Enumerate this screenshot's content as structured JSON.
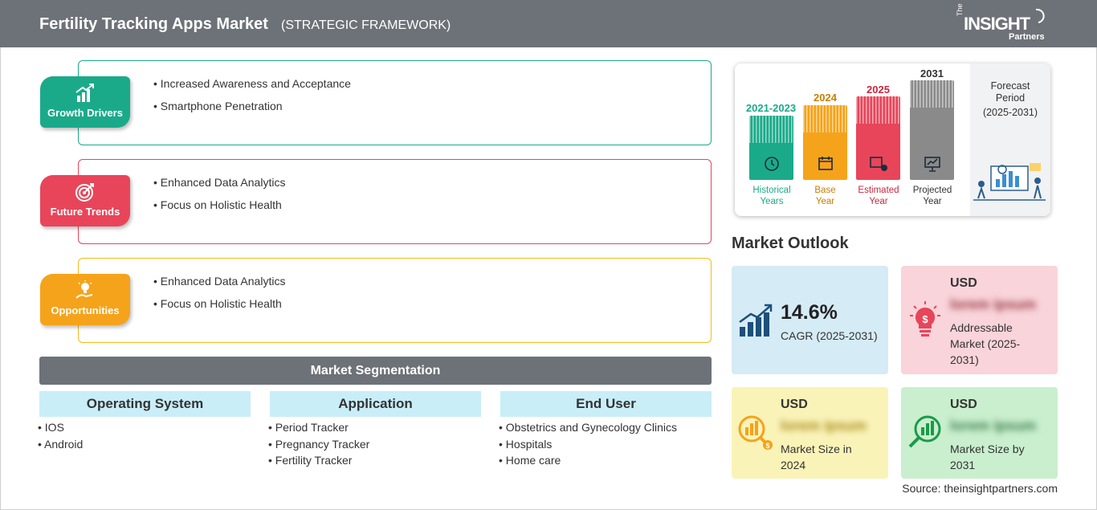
{
  "header": {
    "title": "Fertility Tracking Apps Market",
    "subtitle": "(STRATEGIC FRAMEWORK)",
    "logo": {
      "the": "The",
      "brand": "INSIGHT",
      "partners": "Partners"
    }
  },
  "framework": [
    {
      "label": "Growth Drivers",
      "color": "#1aaa8a",
      "icon": "growth-chart-icon",
      "items": [
        "Increased Awareness and Acceptance",
        "Smartphone Penetration"
      ]
    },
    {
      "label": "Future Trends",
      "color": "#e8455a",
      "icon": "target-icon",
      "items": [
        "Enhanced Data Analytics",
        "Focus on Holistic Health"
      ]
    },
    {
      "label": "Opportunities",
      "color": "#f5a31a",
      "icon": "lightbulb-hand-icon",
      "items": [
        "Enhanced Data Analytics",
        "Focus on Holistic Health"
      ]
    }
  ],
  "segmentation": {
    "title": "Market Segmentation",
    "columns": [
      {
        "heading": "Operating System",
        "items": [
          "IOS",
          "Android"
        ]
      },
      {
        "heading": "Application",
        "items": [
          "Period Tracker",
          "Pregnancy Tracker",
          "Fertility Tracker"
        ]
      },
      {
        "heading": "End User",
        "items": [
          "Obstetrics and Gynecology Clinics",
          "Hospitals",
          "Home care"
        ]
      }
    ]
  },
  "timeline": {
    "columns": [
      {
        "year": "2021-2023",
        "label1": "Historical",
        "label2": "Years",
        "color": "#1aaa8a",
        "icon": "history-icon"
      },
      {
        "year": "2024",
        "label1": "Base",
        "label2": "Year",
        "color": "#f5a31a",
        "icon": "calendar-icon"
      },
      {
        "year": "2025",
        "label1": "Estimated",
        "label2": "Year",
        "color": "#e8455a",
        "icon": "estimate-icon"
      },
      {
        "year": "2031",
        "label1": "Projected",
        "label2": "Year",
        "color": "#8a8a8a",
        "icon": "presentation-icon"
      }
    ],
    "forecast": {
      "line1": "Forecast",
      "line2": "Period",
      "line3": "(2025-2031)"
    }
  },
  "outlook": {
    "title": "Market Outlook",
    "cagr": {
      "value": "14.6%",
      "label": "CAGR (2025-2031)",
      "color": "#d5ebf6"
    },
    "addressable": {
      "usd": "USD",
      "value": "lorem ipsum",
      "line1": "Addressable",
      "line2": "Market (2025-",
      "line3": "2031)",
      "color": "#f9d4da"
    },
    "size2024": {
      "usd": "USD",
      "value": "lorem ipsum",
      "line1": "Market Size in",
      "line2": "2024",
      "color": "#faf3b8"
    },
    "size2031": {
      "usd": "USD",
      "value": "lorem ipsum",
      "line1": "Market Size by",
      "line2": "2031",
      "color": "#c9efce"
    }
  },
  "source": "Source: theinsightpartners.com"
}
